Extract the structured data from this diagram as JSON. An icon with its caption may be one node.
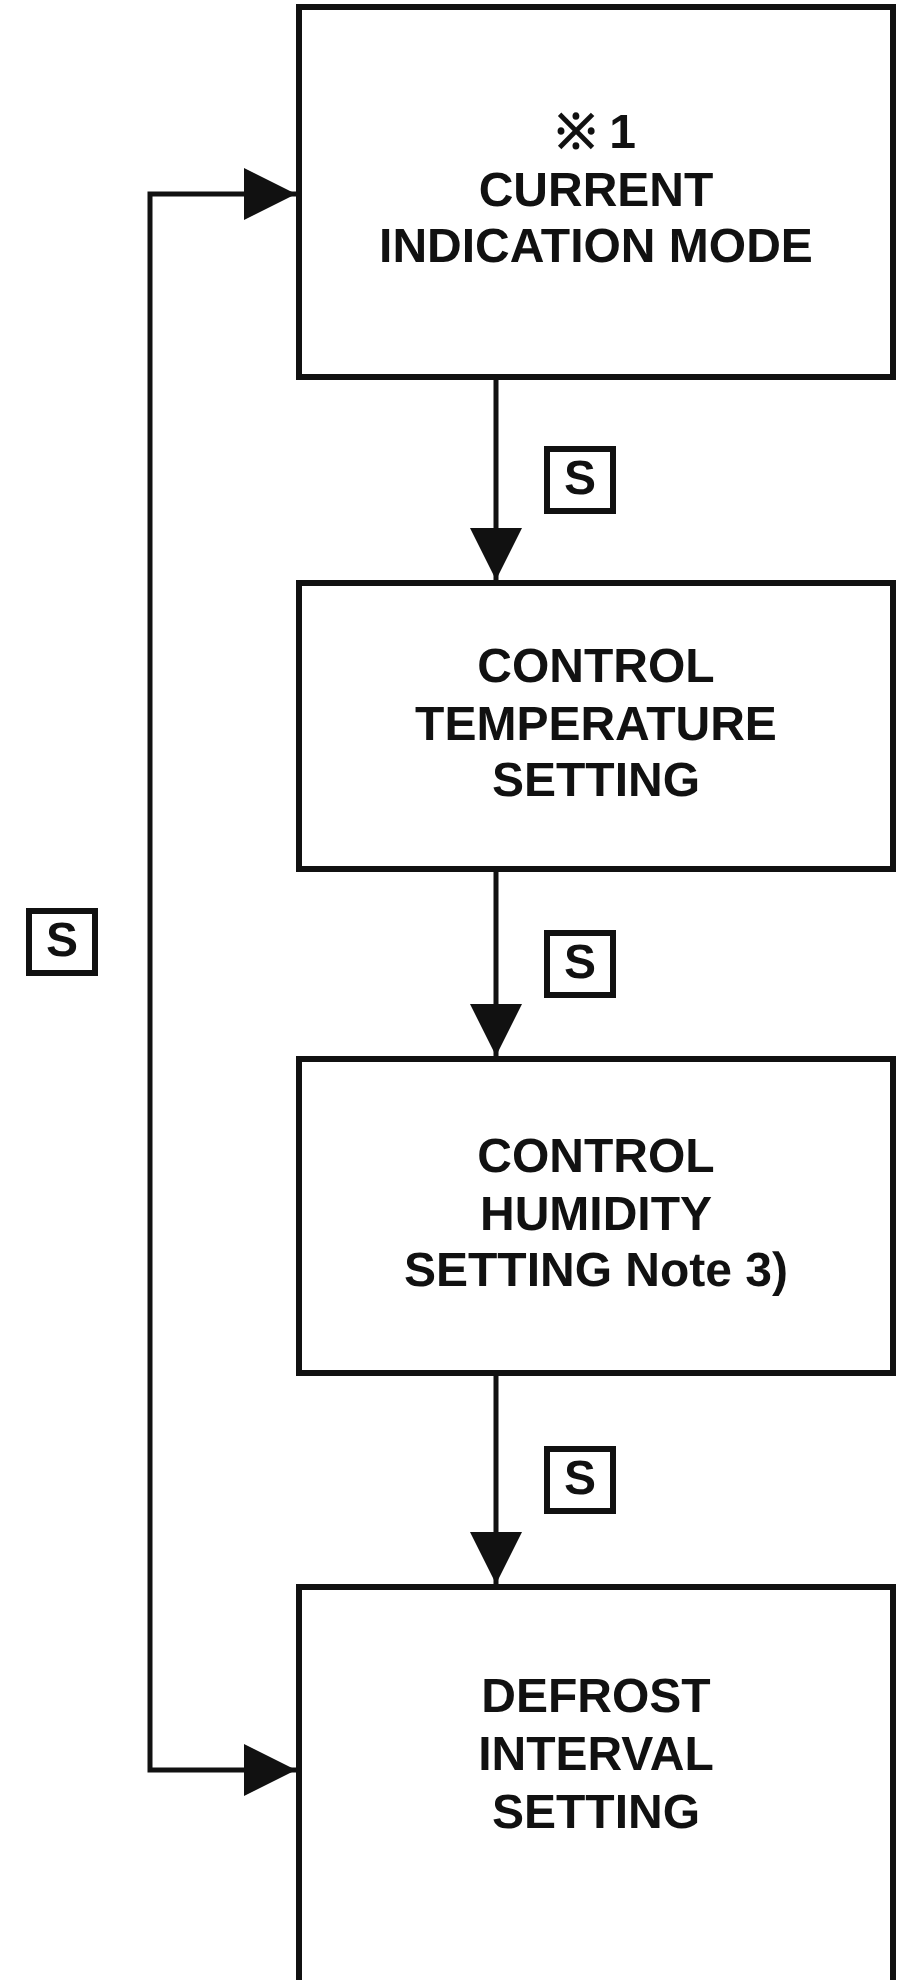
{
  "diagram": {
    "nodes": [
      {
        "text": [
          "※ 1",
          "CURRENT INDICATION MODE"
        ]
      },
      {
        "text": [
          "CONTROL TEMPERATURE SETTING"
        ]
      },
      {
        "text": [
          "CONTROL HUMIDITY SETTING Note 3)"
        ]
      },
      {
        "text": [
          "DEFROST INTERVAL SETTING"
        ]
      }
    ],
    "edges": [
      {
        "from": 0,
        "to": 1,
        "arrow": "to",
        "label": "S"
      },
      {
        "from": 1,
        "to": 2,
        "arrow": "to",
        "label": "S"
      },
      {
        "from": 2,
        "to": 3,
        "arrow": "to",
        "label": "S"
      },
      {
        "from": 3,
        "to": 0,
        "arrow": "both",
        "label": "S"
      }
    ]
  }
}
